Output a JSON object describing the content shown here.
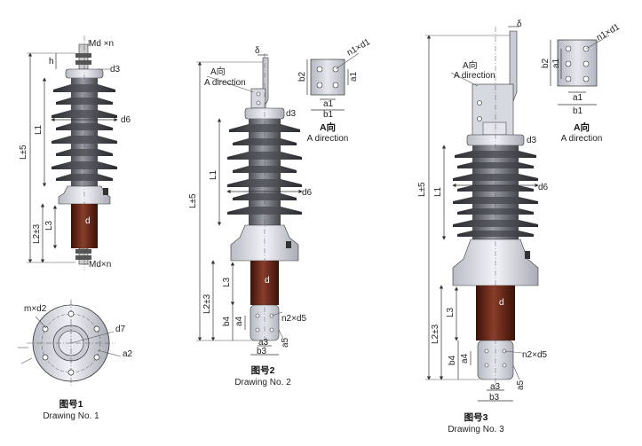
{
  "drawing1": {
    "caption_cn": "图号1",
    "caption_en": "Drawing No. 1",
    "labels": {
      "md_top": "Md ×n",
      "h": "h",
      "d3": "d3",
      "d6": "d6",
      "l1": "L1",
      "l5": "L±5",
      "l2": "L2±3",
      "l3": "L3",
      "d": "d",
      "md_bottom": "Md×n",
      "m_d2": "m×d2",
      "d7": "d7",
      "a2": "a2"
    }
  },
  "drawing2": {
    "caption_cn": "图号2",
    "caption_en": "Drawing No. 2",
    "labels": {
      "delta": "δ",
      "a_dir_cn": "A向",
      "a_dir_en": "A direction",
      "d3": "d3",
      "d6": "d6",
      "l1": "L1",
      "l5": "L±5",
      "l2": "L2±3",
      "l3": "L3",
      "d": "d",
      "b4": "b4",
      "a4": "a4",
      "a3": "a3",
      "b3": "b3",
      "a5": "a5",
      "n2d5": "n2×d5"
    },
    "view": {
      "n1d1": "n1×d1",
      "b2": "b2",
      "a1": "a1",
      "b1": "b1",
      "title_cn": "A向",
      "title_en": "A direction"
    }
  },
  "drawing3": {
    "caption_cn": "图号3",
    "caption_en": "Drawing No. 3",
    "labels": {
      "delta": "δ",
      "a_dir_cn": "A向",
      "a_dir_en": "A direction",
      "d3": "d3",
      "d6": "d6",
      "l1": "L1",
      "l5": "L±5",
      "l2": "L2±3",
      "l3": "L3",
      "d": "d",
      "b4": "b4",
      "a4": "a4",
      "a3": "a3",
      "b3": "b3",
      "a5": "a5",
      "n2d5": "n2×d5"
    },
    "view": {
      "n1d1": "n1×d1",
      "b2": "b2",
      "a1_left": "a1",
      "a1_bottom": "a1",
      "b1": "b1",
      "title_cn": "A向",
      "title_en": "A direction"
    }
  },
  "colors": {
    "body": "#5e6066",
    "shed": "#3a3c40",
    "flange": "#d9dce4",
    "copper": "#5b2418",
    "plate": "#d2d5dc",
    "line": "#333333"
  }
}
